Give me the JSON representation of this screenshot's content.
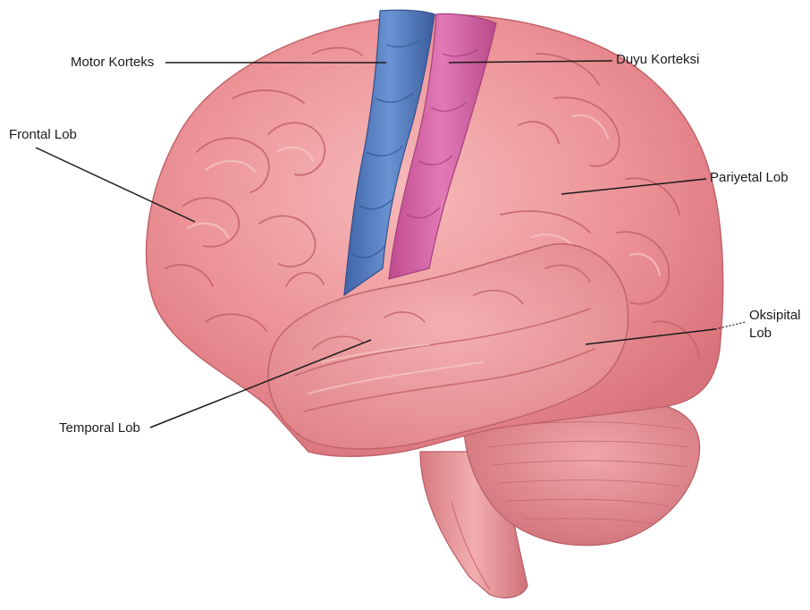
{
  "labels": {
    "motor": "Motor Korteks",
    "duyu": "Duyu Korteksi",
    "frontal": "Frontal Lob",
    "pariyetal": "Pariyetal Lob",
    "oksipital_line1": "Oksipital",
    "oksipital_line2": "Lob",
    "temporal": "Temporal Lob"
  },
  "colors": {
    "cortex": "#e98a8f",
    "cortex_dark": "#c8646c",
    "cortex_light": "#f4b3b4",
    "motor_strip": "#4f76b9",
    "sensory_strip": "#cf5b9e",
    "leader_line": "#1a1a1a"
  }
}
